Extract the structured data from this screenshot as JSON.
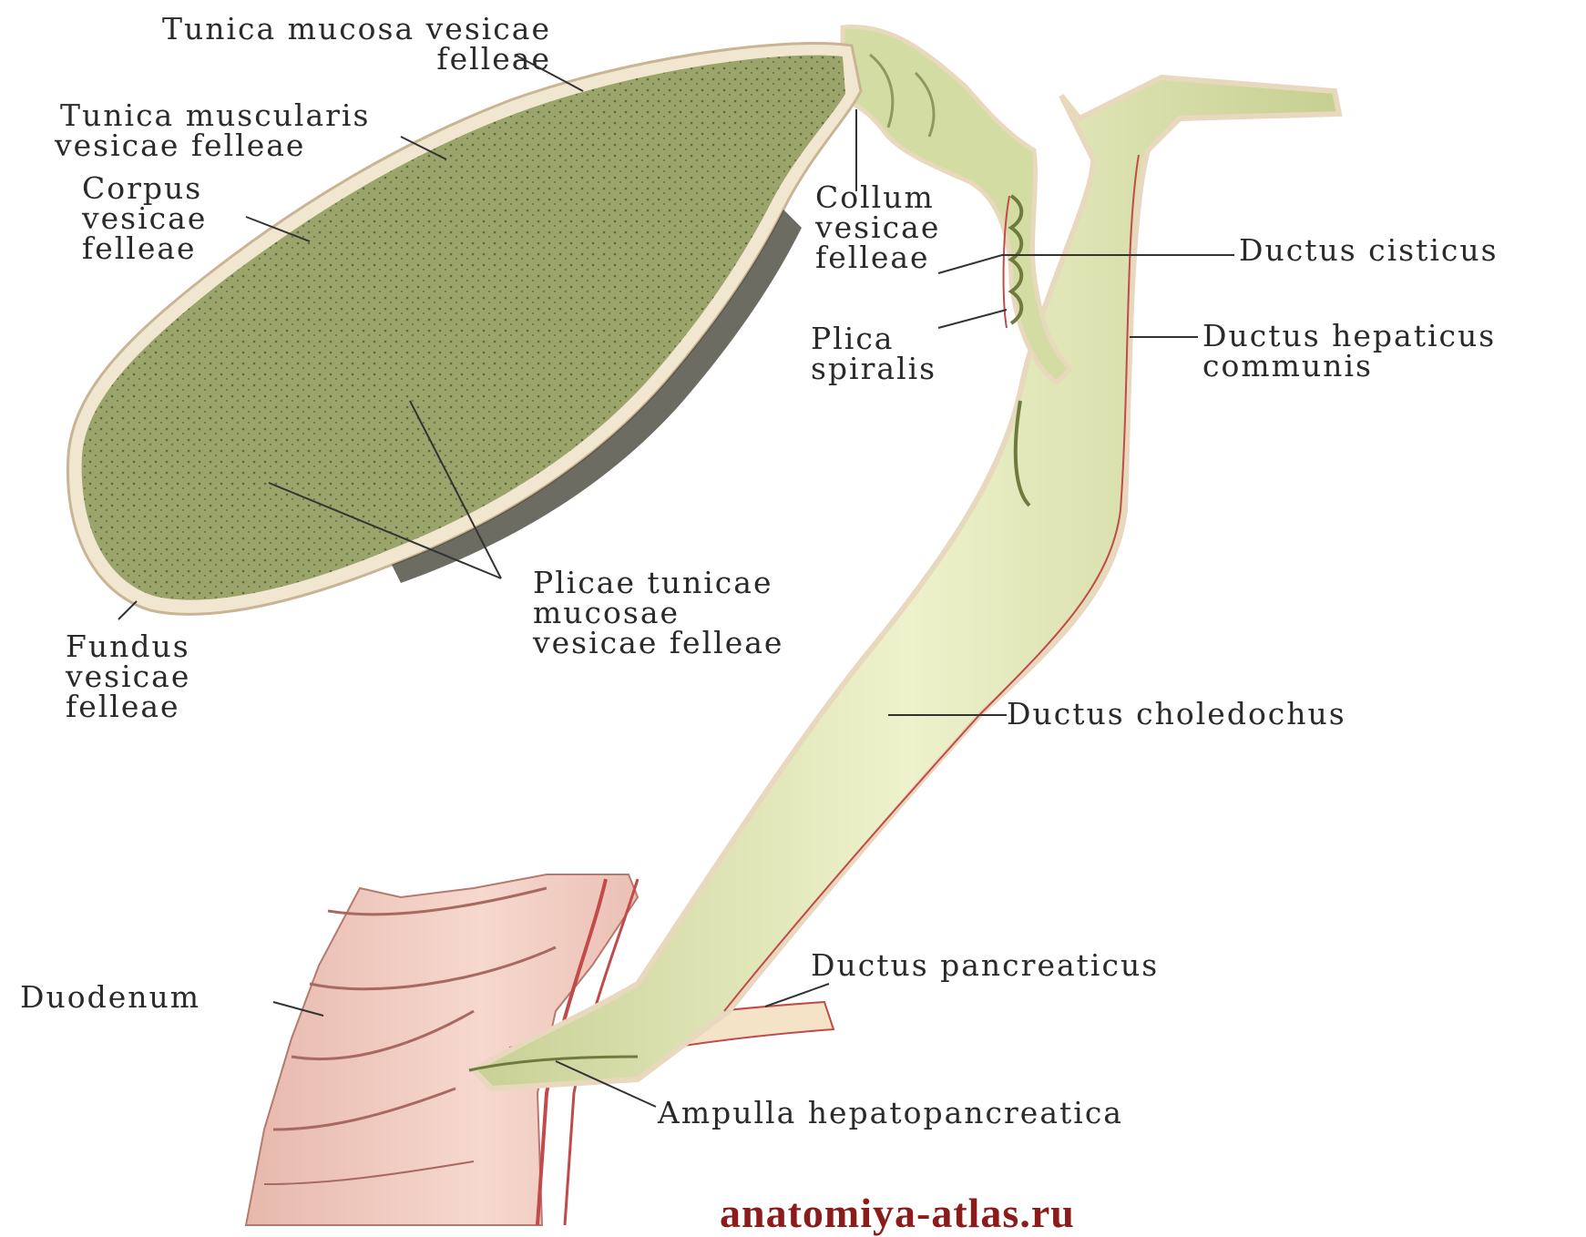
{
  "labels": {
    "tunica_mucosa": [
      "Tunica mucosa vesicae",
      "felleae"
    ],
    "tunica_muscularis": [
      "Tunica muscularis",
      "vesicae felleae"
    ],
    "corpus": [
      "Corpus",
      "vesicae",
      "felleae"
    ],
    "collum": [
      "Collum",
      "vesicae",
      "felleae"
    ],
    "plica_spiralis": [
      "Plica",
      "spiralis"
    ],
    "ductus_cisticus": "Ductus cisticus",
    "ductus_hepaticus": [
      "Ductus hepaticus",
      "communis"
    ],
    "plicae_tunicae": [
      "Plicae tunicae",
      "mucosae",
      "vesicae felleae"
    ],
    "fundus": [
      "Fundus",
      "vesicae",
      "felleae"
    ],
    "ductus_choledochus": "Ductus choledochus",
    "duodenum": "Duodenum",
    "ductus_pancreaticus": "Ductus pancreaticus",
    "ampulla": "Ampulla hepatopancreatica"
  },
  "watermark": "anatomiya-atlas.ru",
  "colors": {
    "gallbladder_fill": "#98a06a",
    "gallbladder_rim": "#f1e6cf",
    "duct_fill": "#dde3b2",
    "duodenum_fill": "#f0c9c0",
    "vessel_red": "#c24a4a",
    "leader": "#333333"
  }
}
